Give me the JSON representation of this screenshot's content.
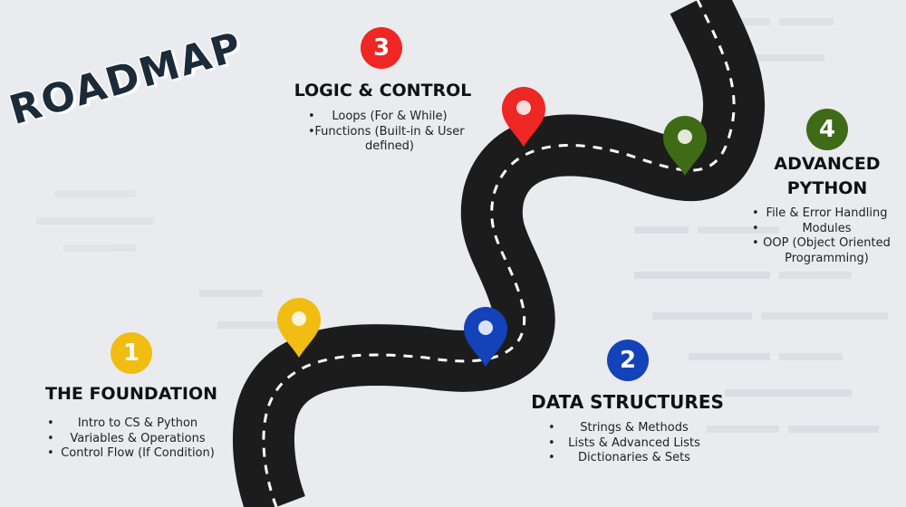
{
  "title": "ROADMAP",
  "stages": [
    {
      "number": "1",
      "heading": "THE FOUNDATION",
      "color": "#f2bd12",
      "icon": "map-pin-icon",
      "items": [
        "Intro to CS & Python",
        "Variables & Operations",
        "Control Flow (If Condition)"
      ]
    },
    {
      "number": "2",
      "heading": "DATA STRUCTURES",
      "color": "#1442b8",
      "icon": "map-pin-icon",
      "items": [
        "Strings & Methods",
        "Lists & Advanced Lists",
        "Dictionaries & Sets"
      ]
    },
    {
      "number": "3",
      "heading": "LOGIC & CONTROL",
      "color": "#ee2624",
      "icon": "map-pin-icon",
      "items": [
        "Loops (For & While)",
        "Functions (Built-in & User defined)"
      ]
    },
    {
      "number": "4",
      "heading_lines": [
        "ADVANCED",
        "PYTHON"
      ],
      "color": "#3f6b17",
      "icon": "map-pin-icon",
      "items": [
        "File & Error Handling",
        "Modules",
        "OOP (Object Oriented Programming)"
      ]
    }
  ],
  "road_color": "#1c1c1c",
  "road_marking_color": "#ffffff"
}
